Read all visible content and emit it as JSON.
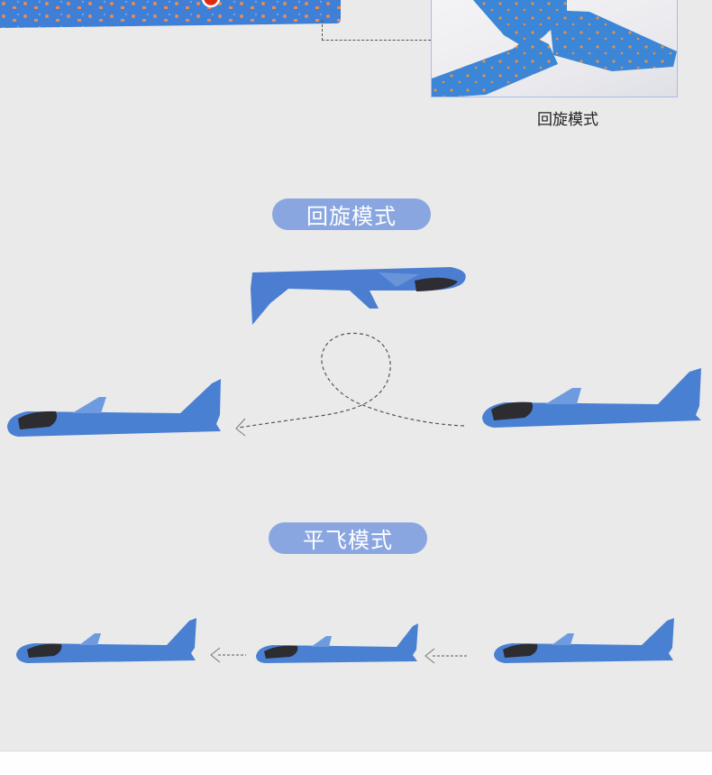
{
  "detail_photo": {
    "caption": "回旋模式",
    "description": "close-up of foam plane tail joint"
  },
  "sections": [
    {
      "title": "回旋模式",
      "illustration": "loop flight path: plane flies right-to-left while performing a loop, upside-down plane shown at top"
    },
    {
      "title": "平飞模式",
      "illustration": "level flight: three planes in a row flying right-to-left with dashed arrows"
    }
  ],
  "colors": {
    "background": "#eaeaea",
    "pill": "#8aa6e0",
    "plane_blue": "#3d74c9",
    "plane_spots": "#e8895a",
    "cockpit": "#2a2a2e",
    "dashed_line": "#555555"
  }
}
